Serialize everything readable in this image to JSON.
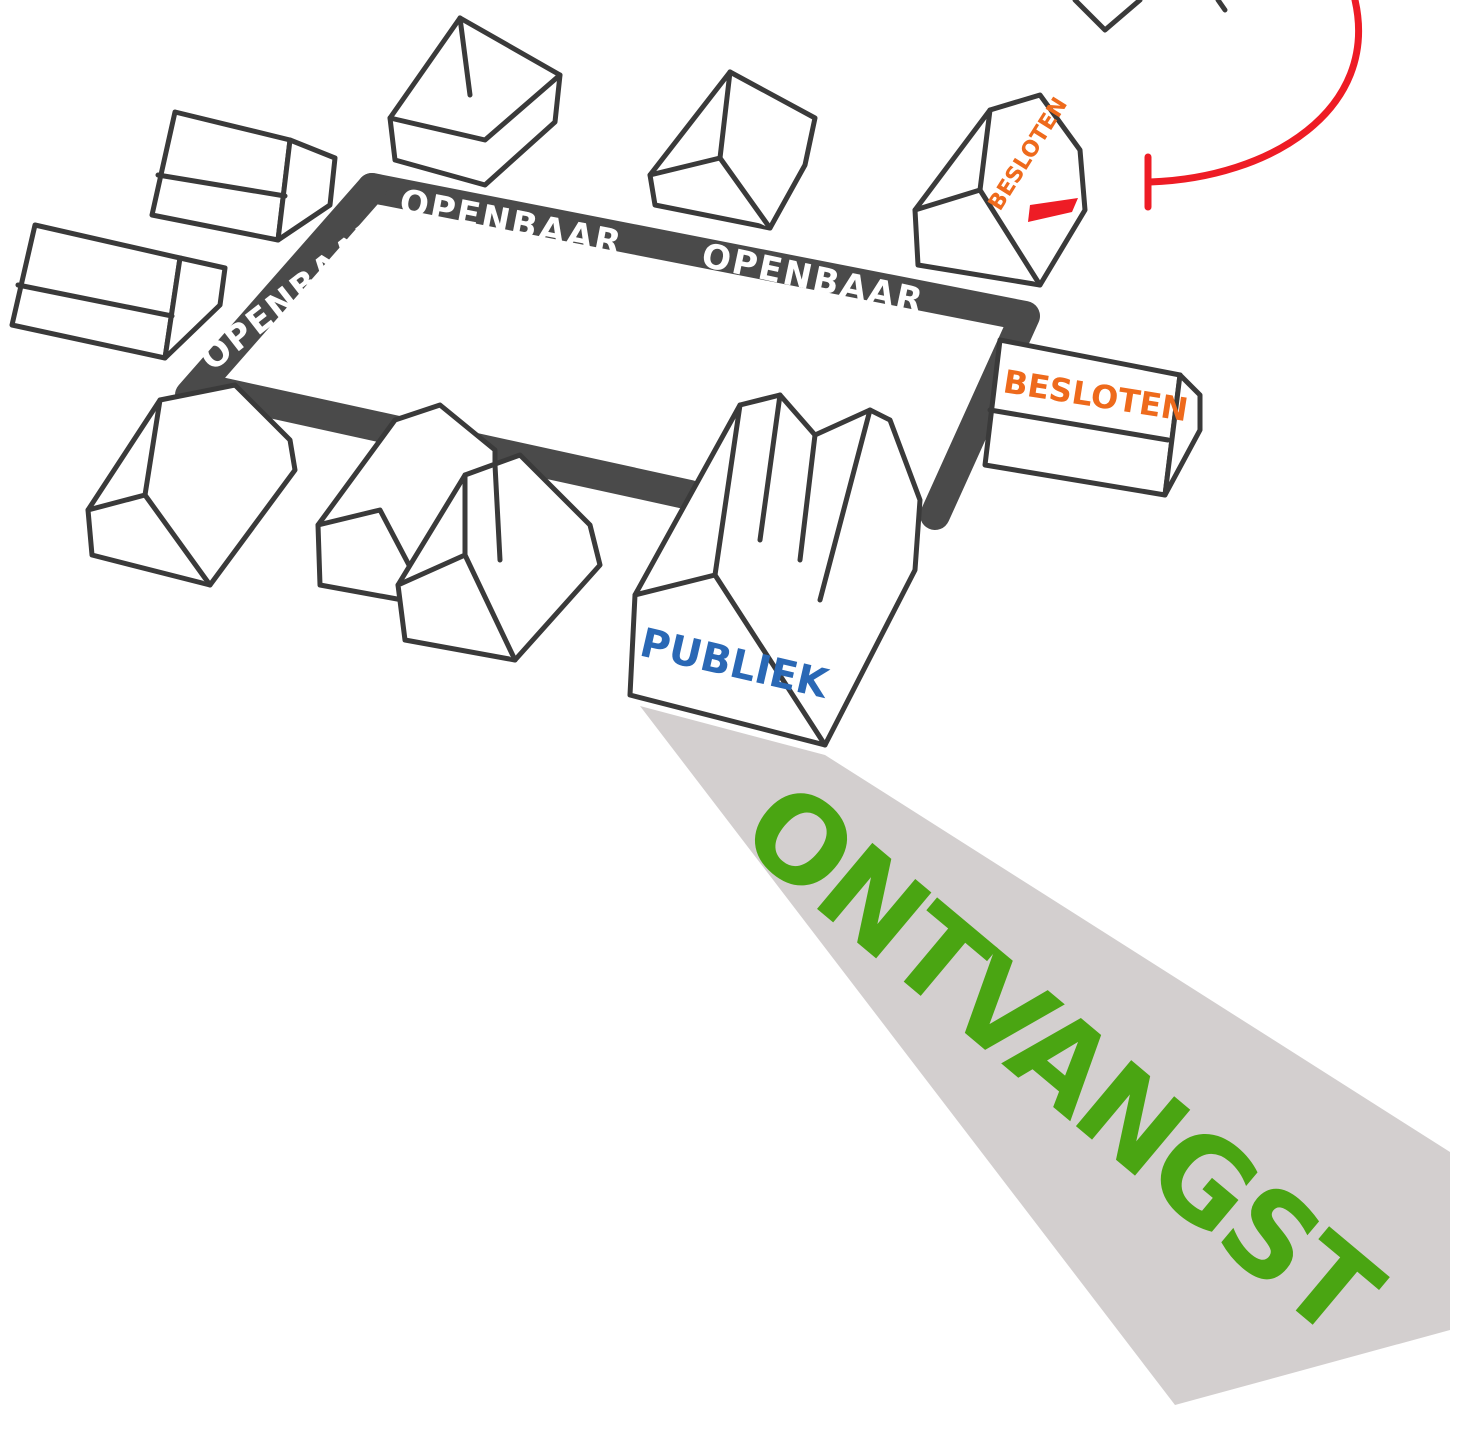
{
  "labels": {
    "street_left": "OPENBAAR",
    "street_top_left": "OPENBAAR",
    "street_top_right": "OPENBAAR",
    "closed_roof": "BESLOTEN",
    "closed_front": "BESLOTEN",
    "public": "PUBLIEK",
    "reception": "ONTVANGST"
  },
  "colors": {
    "street": "#4a4a4a",
    "house_stroke": "#3a3a3a",
    "closed_text": "#ee6a1c",
    "public_text": "#2a68b5",
    "reception_text": "#4aa512",
    "reception_beam": "#d3cfcf",
    "arrow": "#ee1c25"
  }
}
